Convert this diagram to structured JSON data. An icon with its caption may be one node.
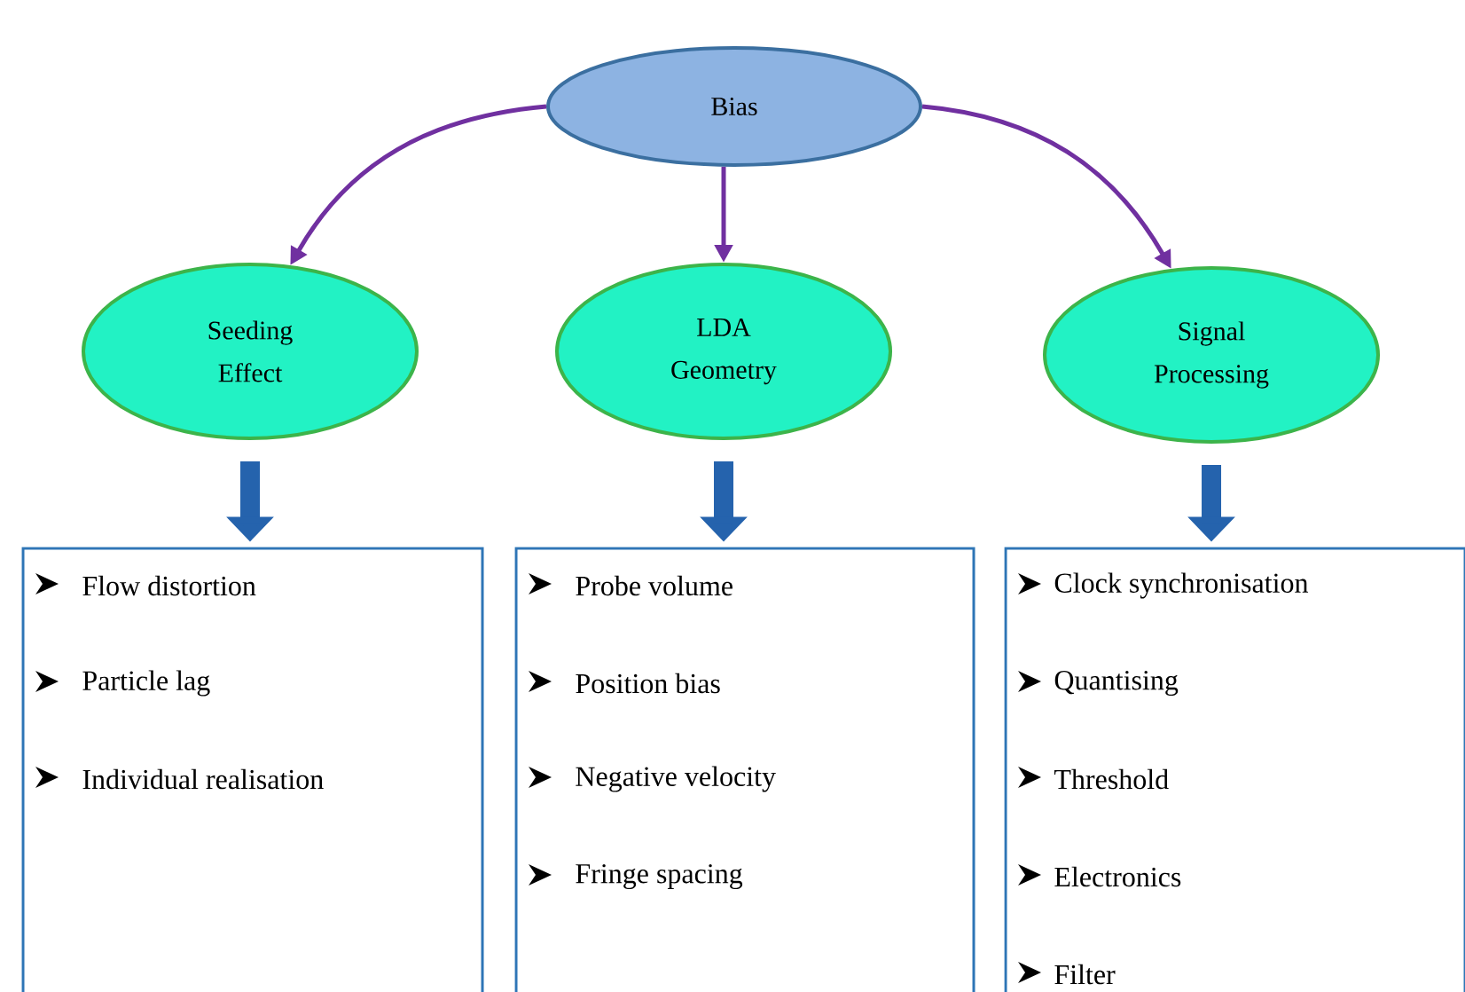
{
  "diagram": {
    "nodes": [
      {
        "text": [
          "Bias"
        ]
      },
      {
        "text": [
          "Seeding Effect"
        ]
      },
      {
        "text": [
          "LDA Geometry"
        ]
      },
      {
        "text": [
          "Signal Processing"
        ]
      },
      {
        "text": [
          "Flow distortion",
          "Particle lag",
          "Individual realisation"
        ]
      },
      {
        "text": [
          "Probe volume",
          "Position bias",
          "Negative velocity",
          "Fringe spacing"
        ]
      },
      {
        "text": [
          "Clock synchronisation",
          "Quantising",
          "Threshold",
          "Electronics",
          "Filter"
        ]
      }
    ],
    "edges": [
      {
        "from": 0,
        "to": 1,
        "arrow": "to"
      },
      {
        "from": 0,
        "to": 2,
        "arrow": "to"
      },
      {
        "from": 0,
        "to": 3,
        "arrow": "to"
      },
      {
        "from": 1,
        "to": 4,
        "arrow": "to",
        "style": "thick",
        "color": "#2563ad"
      },
      {
        "from": 2,
        "to": 5,
        "arrow": "to",
        "style": "thick",
        "color": "#2563ad"
      },
      {
        "from": 3,
        "to": 6,
        "arrow": "to",
        "style": "thick",
        "color": "#2563ad"
      }
    ]
  }
}
